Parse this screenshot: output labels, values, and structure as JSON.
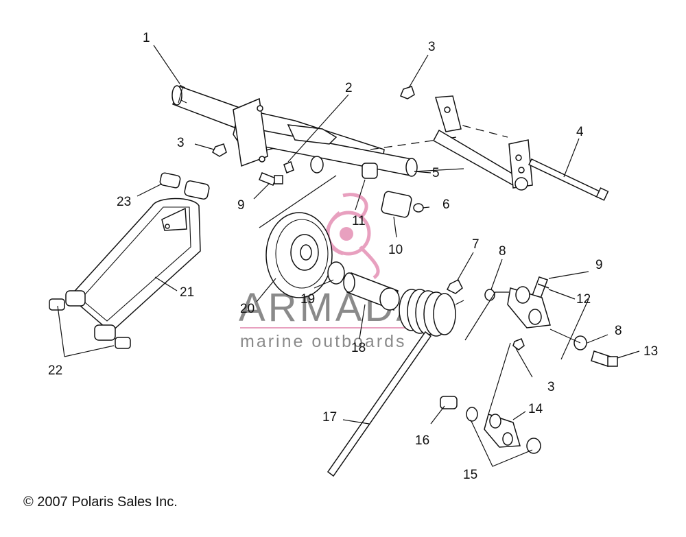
{
  "copyright": "© 2007 Polaris Sales Inc.",
  "watermark": {
    "brand": "ARMADA",
    "tagline": "marine outboards",
    "accent_color": "#e8a0bf",
    "text_color": "#8a8a8a"
  },
  "callouts": {
    "c1": "1",
    "c2": "2",
    "c3a": "3",
    "c3b": "3",
    "c3c": "3",
    "c4": "4",
    "c5": "5",
    "c6": "6",
    "c7": "7",
    "c8a": "8",
    "c8b": "8",
    "c9a": "9",
    "c9b": "9",
    "c10": "10",
    "c11": "11",
    "c12": "12",
    "c13": "13",
    "c14": "14",
    "c15": "15",
    "c16": "16",
    "c17": "17",
    "c18": "18",
    "c19": "19",
    "c20": "20",
    "c21": "21",
    "c22": "22",
    "c23": "23"
  }
}
